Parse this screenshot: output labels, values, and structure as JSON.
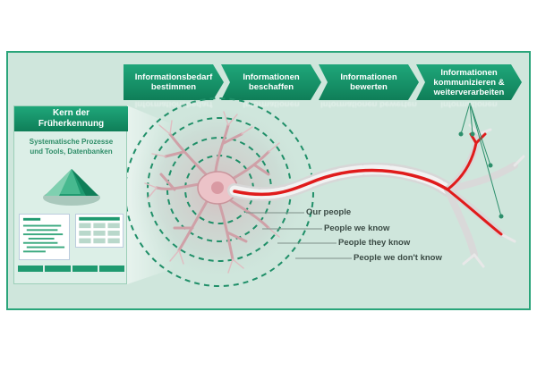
{
  "process_steps": [
    {
      "label": "Informationsbedarf\nbestimmen"
    },
    {
      "label": "Informationen\nbeschaffen"
    },
    {
      "label": "Informationen\nbewerten"
    },
    {
      "label": "Informationen\nkommunizieren &\nweiterverarbeiten"
    }
  ],
  "panel": {
    "title": "Kern der\nFrüherkennung",
    "subtitle": "Systematische Prozesse\nund Tools, Datenbanken"
  },
  "circles": [
    {
      "label": "Our people"
    },
    {
      "label": "People we know"
    },
    {
      "label": "People they know"
    },
    {
      "label": "People we don't know"
    }
  ],
  "colors": {
    "accent": "#1a9a6f",
    "background": "#cfe6dc",
    "axon": "#e01b1b",
    "neuron": "#e9b8bd"
  }
}
